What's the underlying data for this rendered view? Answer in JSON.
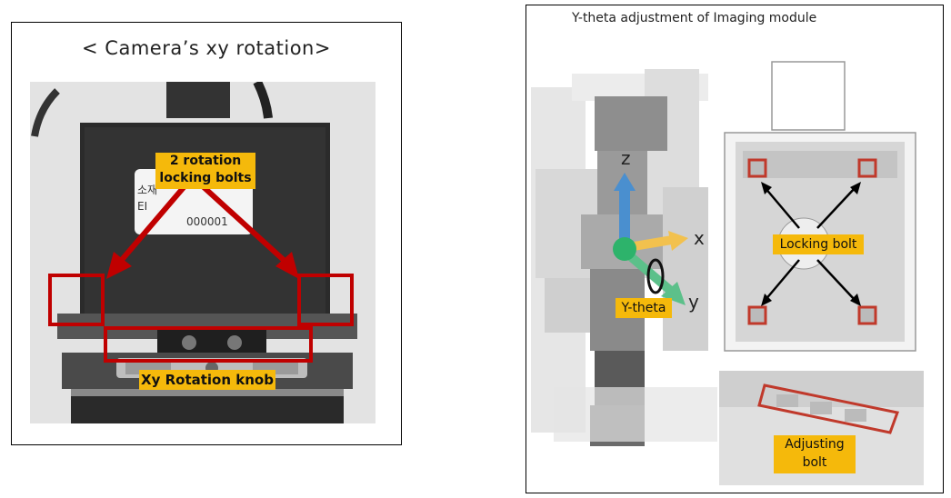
{
  "left_panel": {
    "title": "< Camera’s xy rotation>",
    "callout_bolts": [
      "2 rotation",
      "locking bolts"
    ],
    "callout_knob": "Xy Rotation knob",
    "sticker_lines": [
      "소재",
      "EI",
      "000001"
    ]
  },
  "right_panel": {
    "title": "Y-theta adjustment of Imaging module",
    "axis_z": "z",
    "axis_x": "x",
    "axis_y": "y",
    "callout_ytheta": "Y-theta",
    "callout_locking": "Locking bolt",
    "callout_adjusting": [
      "Adjusting",
      "bolt"
    ]
  },
  "colors": {
    "callout": "#f5b90b",
    "red_arrow": "#c00000",
    "bolt_box": "#c0392b",
    "axis_z": "#4a8fcf",
    "axis_x": "#f2c14e",
    "axis_y": "#5cc08a",
    "pivot": "#2db36b"
  }
}
